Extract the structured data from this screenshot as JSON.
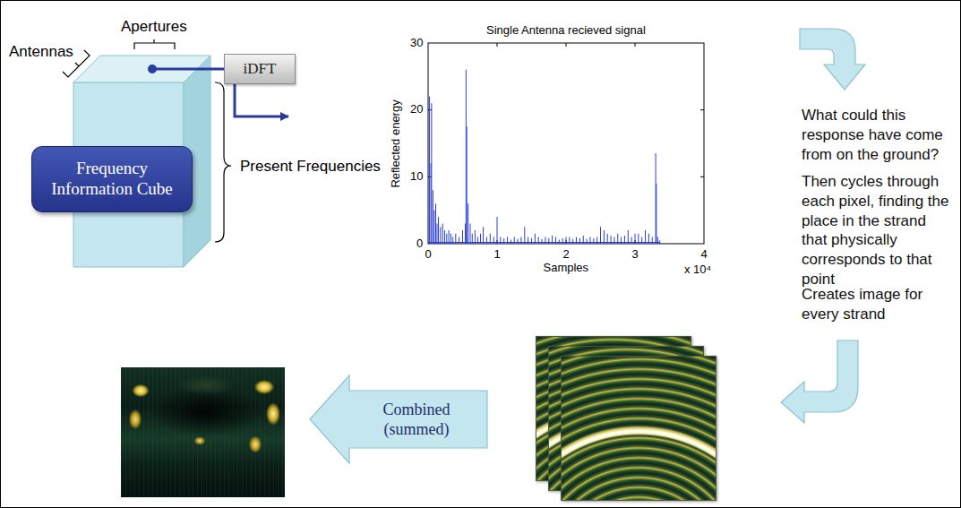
{
  "diagram": {
    "nodes": [
      {
        "text": [
          "Frequency Information Cube"
        ]
      },
      {
        "text": [
          "iDFT"
        ]
      },
      {
        "text": [
          "Combined (summed)"
        ]
      }
    ],
    "labels": [
      "Apertures",
      "Antennas",
      "Present Frequencies",
      "Single Antenna recieved signal",
      "Reflected energy",
      "0",
      "10",
      "20",
      "30",
      "0",
      "1",
      "2",
      "3",
      "4",
      "Samples",
      "x 10⁴",
      "What could this response have come from on the ground?",
      "Then cycles through each pixel, finding the place in the strand that physically corresponds to that point",
      "Creates image for every strand"
    ]
  }
}
